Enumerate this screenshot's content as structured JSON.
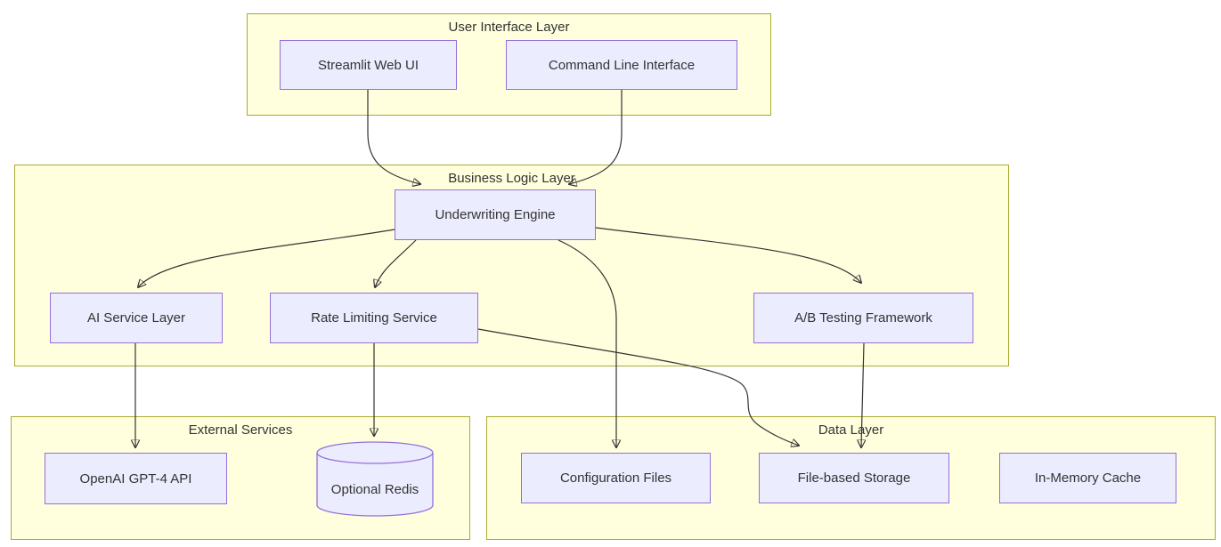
{
  "diagram": {
    "type": "architecture-flowchart",
    "groups": {
      "ui": {
        "label": "User Interface Layer"
      },
      "logic": {
        "label": "Business Logic Layer"
      },
      "external": {
        "label": "External Services"
      },
      "data": {
        "label": "Data Layer"
      }
    },
    "nodes": {
      "streamlit": {
        "label": "Streamlit Web UI",
        "shape": "rect",
        "group": "ui"
      },
      "cli": {
        "label": "Command Line Interface",
        "shape": "rect",
        "group": "ui"
      },
      "engine": {
        "label": "Underwriting Engine",
        "shape": "rect",
        "group": "logic"
      },
      "ai": {
        "label": "AI Service Layer",
        "shape": "rect",
        "group": "logic"
      },
      "rate": {
        "label": "Rate Limiting Service",
        "shape": "rect",
        "group": "logic"
      },
      "ab": {
        "label": "A/B Testing Framework",
        "shape": "rect",
        "group": "logic"
      },
      "openai": {
        "label": "OpenAI GPT-4 API",
        "shape": "rect",
        "group": "external"
      },
      "redis": {
        "label": "Optional Redis",
        "shape": "cylinder",
        "group": "external"
      },
      "config": {
        "label": "Configuration Files",
        "shape": "rect",
        "group": "data"
      },
      "storage": {
        "label": "File-based Storage",
        "shape": "rect",
        "group": "data"
      },
      "cache": {
        "label": "In-Memory Cache",
        "shape": "rect",
        "group": "data"
      }
    },
    "edges": [
      {
        "from": "Streamlit Web UI",
        "to": "Underwriting Engine"
      },
      {
        "from": "Command Line Interface",
        "to": "Underwriting Engine"
      },
      {
        "from": "Underwriting Engine",
        "to": "AI Service Layer"
      },
      {
        "from": "Underwriting Engine",
        "to": "Rate Limiting Service"
      },
      {
        "from": "Underwriting Engine",
        "to": "A/B Testing Framework"
      },
      {
        "from": "Underwriting Engine",
        "to": "Configuration Files"
      },
      {
        "from": "AI Service Layer",
        "to": "OpenAI GPT-4 API"
      },
      {
        "from": "Rate Limiting Service",
        "to": "Optional Redis"
      },
      {
        "from": "Rate Limiting Service",
        "to": "File-based Storage"
      },
      {
        "from": "A/B Testing Framework",
        "to": "File-based Storage"
      }
    ],
    "colors": {
      "group_fill": "#ffffde",
      "group_border": "#aaaa33",
      "node_fill": "#ECECFF",
      "node_border": "#9370DB",
      "edge": "#333333",
      "text": "#333333"
    }
  }
}
